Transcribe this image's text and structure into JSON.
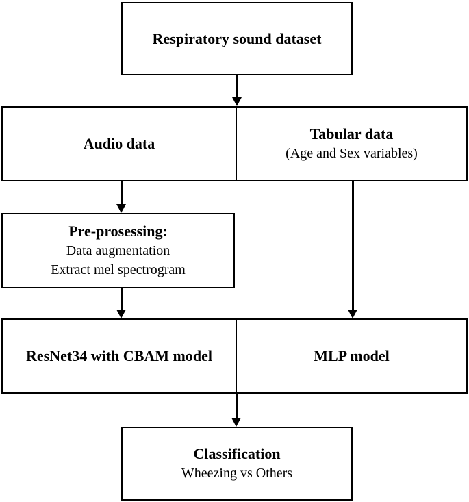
{
  "figure": {
    "type": "flowchart",
    "colors": {
      "background": "#ffffff",
      "line": "#000000",
      "text": "#000000"
    },
    "nodes": {
      "dataset": {
        "title": "Respiratory sound dataset"
      },
      "audio": {
        "title": "Audio data"
      },
      "tabular": {
        "title": "Tabular data",
        "subtitle": "(Age and Sex variables)"
      },
      "preprocessing": {
        "title": "Pre-prosessing:",
        "lines": [
          "Data augmentation",
          "Extract mel spectrogram"
        ]
      },
      "resnet": {
        "title": "ResNet34 with CBAM model"
      },
      "mlp": {
        "title": "MLP model"
      },
      "classification": {
        "title": "Classification",
        "subtitle": "Wheezing vs Others"
      }
    },
    "edges": [
      {
        "from": "dataset",
        "to": "data-row"
      },
      {
        "from": "audio",
        "to": "preprocessing"
      },
      {
        "from": "tabular",
        "to": "mlp"
      },
      {
        "from": "preprocessing",
        "to": "resnet"
      },
      {
        "from": "models-row",
        "to": "classification"
      }
    ]
  }
}
